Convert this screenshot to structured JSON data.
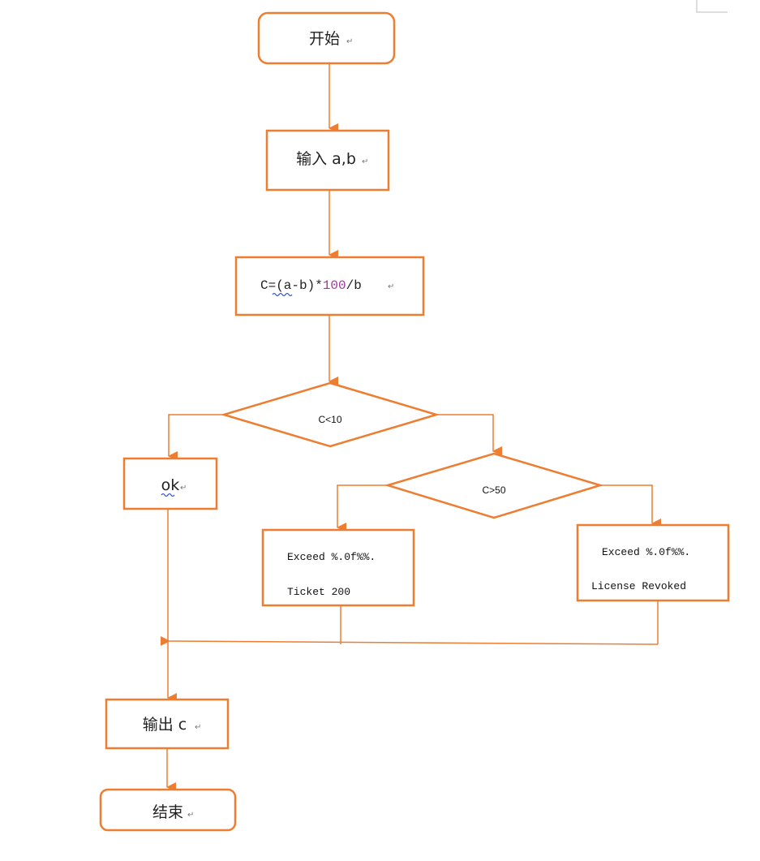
{
  "colors": {
    "accent": "#ED7D31",
    "text": "#222222",
    "number": "#9b3b9b"
  },
  "nodes": {
    "start": {
      "label": "开始"
    },
    "input": {
      "label": "输入 a,b"
    },
    "formula": {
      "prefix": "C=(a-b)*",
      "number": "100",
      "suffix": "/b"
    },
    "decision1": {
      "label": "C<10"
    },
    "ok": {
      "label": "ok"
    },
    "decision2": {
      "label": "C>50"
    },
    "ticket": {
      "line1": "Exceed %.0f%%.",
      "line2": "Ticket 200"
    },
    "revoked": {
      "line1": "Exceed %.0f%%.",
      "line2": "License Revoked"
    },
    "output": {
      "label": "输出 c"
    },
    "end": {
      "label": "结束"
    }
  },
  "marks": {
    "paragraph": "↵"
  }
}
